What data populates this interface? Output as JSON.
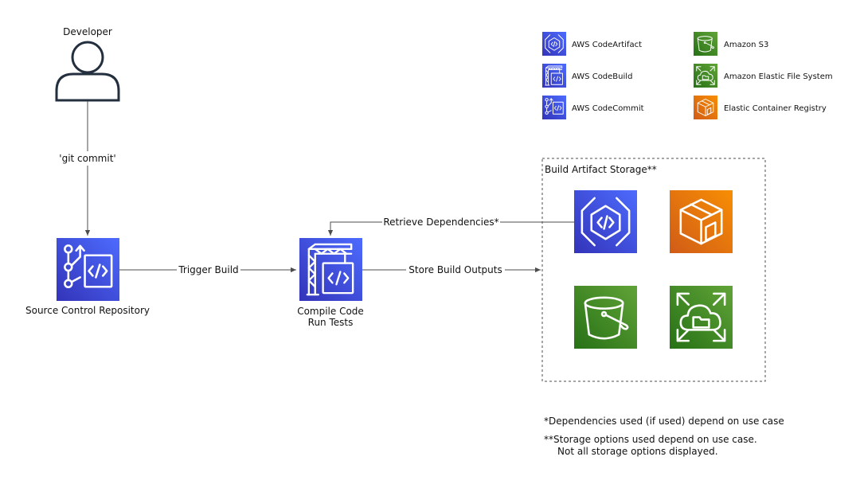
{
  "colors": {
    "dev_tools_blue_top": "#4d6bfe",
    "dev_tools_blue_bottom": "#3334b9",
    "storage_green_top": "#60a337",
    "storage_green_bottom": "#277116",
    "compute_orange_top": "#f78e04",
    "compute_orange_bottom": "#d05c17",
    "line": "#4d4d4d"
  },
  "actor": {
    "label": "Developer",
    "icon": "user-icon"
  },
  "edges": {
    "git_commit": "'git commit'",
    "trigger_build": "Trigger Build",
    "store_outputs": "Store Build Outputs",
    "retrieve_deps": "Retrieve Dependencies*"
  },
  "nodes": {
    "repo": {
      "label": "Source Control Repository",
      "icon": "codecommit-icon"
    },
    "build": {
      "label_line1": "Compile Code",
      "label_line2": "Run Tests",
      "icon": "codebuild-icon"
    }
  },
  "storage": {
    "title": "Build Artifact Storage**",
    "icons": [
      "codeartifact-icon",
      "ecr-icon",
      "s3-icon",
      "efs-icon"
    ]
  },
  "legend": {
    "items": [
      {
        "label": "AWS CodeArtifact",
        "icon": "codeartifact-icon"
      },
      {
        "label": "AWS CodeBuild",
        "icon": "codebuild-icon"
      },
      {
        "label": "AWS CodeCommit",
        "icon": "codecommit-icon"
      },
      {
        "label": "Amazon S3",
        "icon": "s3-icon"
      },
      {
        "label": "Amazon Elastic File System",
        "icon": "efs-icon"
      },
      {
        "label": "Elastic Container Registry",
        "icon": "ecr-icon"
      }
    ]
  },
  "notes": {
    "deps": "*Dependencies used (if used) depend on use case",
    "storage_line1": "**Storage options used depend on use case.",
    "storage_line2": "Not all storage options displayed."
  }
}
